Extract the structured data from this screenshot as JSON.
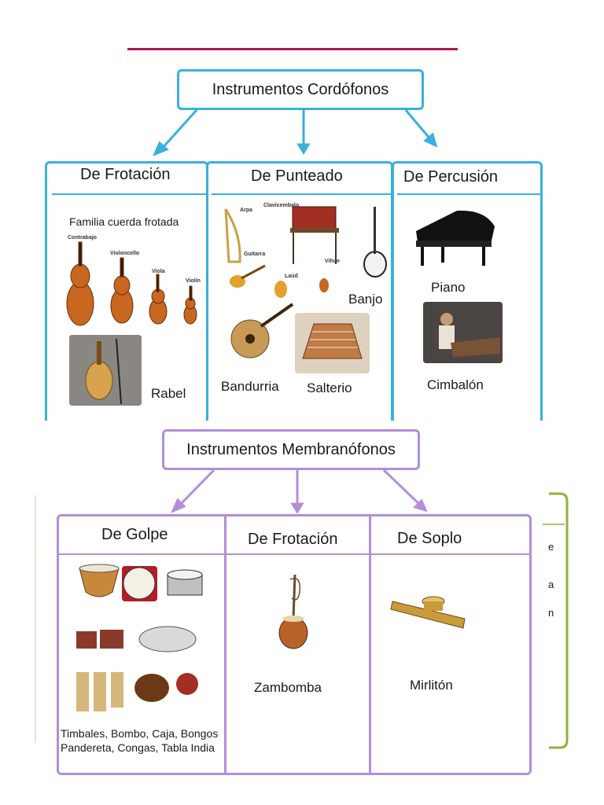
{
  "cordofonos": {
    "title": "Instrumentos Cordófonos",
    "frotacion": {
      "heading": "De Frotación",
      "family": "Familia cuerda frotada",
      "instruments": [
        "Contrabajo",
        "Violoncello",
        "Viola",
        "Violín"
      ],
      "rabel": "Rabel"
    },
    "punteado": {
      "heading": "De Punteado",
      "tags": [
        "Arpa",
        "Clavicembalo",
        "Guitarra",
        "Laúd",
        "Vihue"
      ],
      "banjo": "Banjo",
      "bandurria": "Bandurria",
      "salterio": "Salterio"
    },
    "percusion": {
      "heading": "De Percusión",
      "piano": "Piano",
      "cimbalon": "Cimbalón"
    }
  },
  "membranofonos": {
    "title": "Instrumentos Membranófonos",
    "golpe": {
      "heading": "De Golpe",
      "caption_line1": "Timbales, Bombo, Caja, Bongos",
      "caption_line2": "Pandereta, Congas, Tabla India"
    },
    "frotacion": {
      "heading": "De Frotación",
      "zambomba": "Zambomba"
    },
    "soplo": {
      "heading": "De Soplo",
      "mirliton": "Mirlitón"
    }
  },
  "side_fragments": [
    "e",
    "a",
    "n"
  ],
  "colors": {
    "blue": "#39b0dc",
    "purple": "#b28ed9",
    "green": "#8db33a",
    "topline": "#b01458"
  }
}
